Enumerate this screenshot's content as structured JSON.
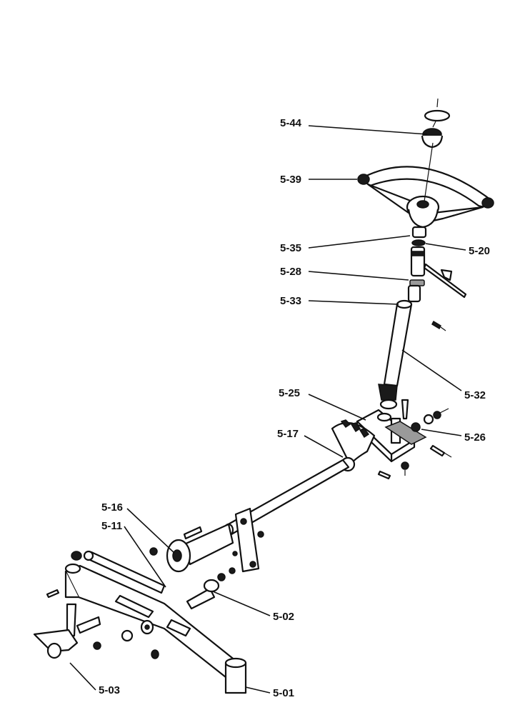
{
  "diagram": {
    "labels": {
      "l_5_44": "5-44",
      "l_5_39": "5-39",
      "l_5_35": "5-35",
      "l_5_20": "5-20",
      "l_5_28": "5-28",
      "l_5_33": "5-33",
      "l_5_32": "5-32",
      "l_5_25": "5-25",
      "l_5_26": "5-26",
      "l_5_17": "5-17",
      "l_5_16": "5-16",
      "l_5_11": "5-11",
      "l_5_02": "5-02",
      "l_5_03": "5-03",
      "l_5_01": "5-01"
    }
  }
}
